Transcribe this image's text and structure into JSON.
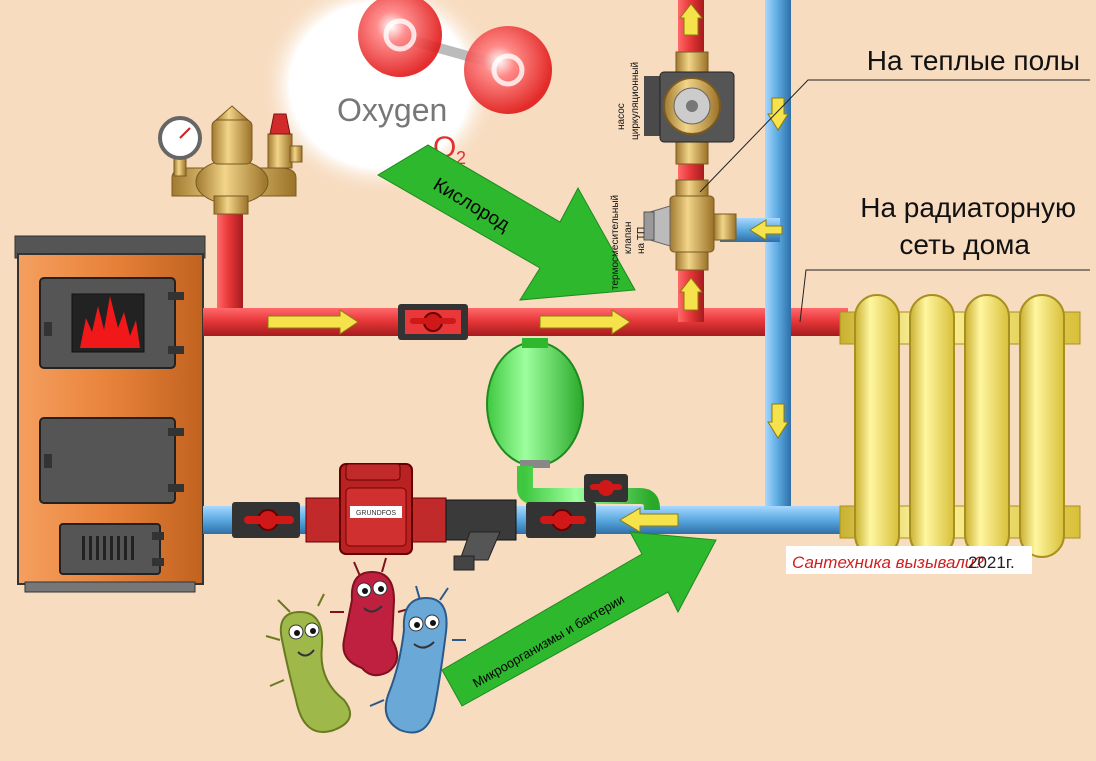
{
  "labels": {
    "floors": "На теплые полы",
    "radiator_line1": "На радиаторную",
    "radiator_line2": "сеть дома",
    "oxygen_word": "Oxygen",
    "oxygen_formula": "O",
    "oxygen_subscript": "2",
    "oxygen_arrow": "Кислород",
    "microbes_arrow": "Микроорганизмы и бактерии",
    "pump_top_line1": "насос",
    "pump_top_line2": "циркуляционный",
    "valve_line1": "термосмесительный",
    "valve_line2": "клапан",
    "valve_line3": "на ТП",
    "watermark_text": "Сантехника вызывали?",
    "watermark_year": "2021г.",
    "pump_brand": "GRUNDFOS"
  },
  "colors": {
    "background": "#f7dcc0",
    "supply_pipe": "#e8383a",
    "return_pipe": "#5aa9e0",
    "boiler": "#e8823a",
    "radiator": "#f4e05a",
    "arrow_green": "#2db82d",
    "flow_arrow": "#f6e24a",
    "expansion_tank": "#5fe85f"
  },
  "icons": [
    "thermometer-gauge-icon",
    "air-vent-icon",
    "safety-valve-icon",
    "flame-icon",
    "oxygen-molecule-icon",
    "microbe-icon"
  ]
}
